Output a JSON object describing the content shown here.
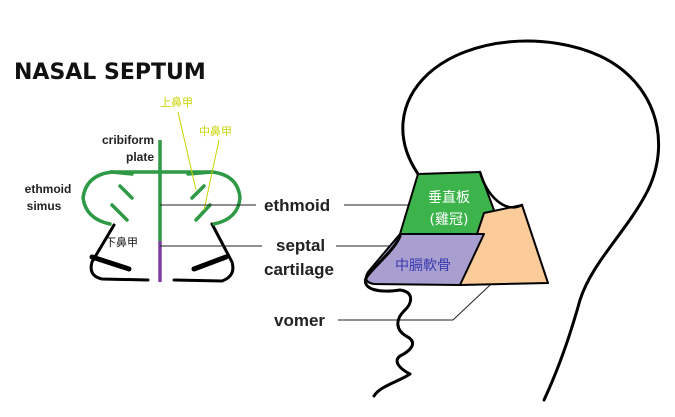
{
  "title": "NASAL SEPTUM",
  "labels": {
    "cribriform_line1": "cribiform",
    "cribriform_line2": "plate",
    "ethmoid_sinus_line1": "ethmoid",
    "ethmoid_sinus_line2": "simus",
    "superior_concha": "上鼻甲",
    "middle_concha": "中鼻甲",
    "inferior_concha": "下鼻甲",
    "ethmoid": "ethmoid",
    "septal_line1": "septal",
    "septal_line2": "cartilage",
    "vomer": "vomer",
    "ethmoid_region_line1": "垂直板",
    "ethmoid_region_line2": "(雞冠)",
    "cartilage_region": "中膈軟骨"
  },
  "colors": {
    "ethmoid": "#3cb44b",
    "cartilage": "#a89ecf",
    "vomer": "#fbcb9a",
    "outline": "#000000",
    "green_line": "#2e9a45",
    "purple_line": "#7b3fa0",
    "yellow_text": "#c8d400",
    "white_text": "#ffffff",
    "blue_text": "#3a3ab0"
  }
}
